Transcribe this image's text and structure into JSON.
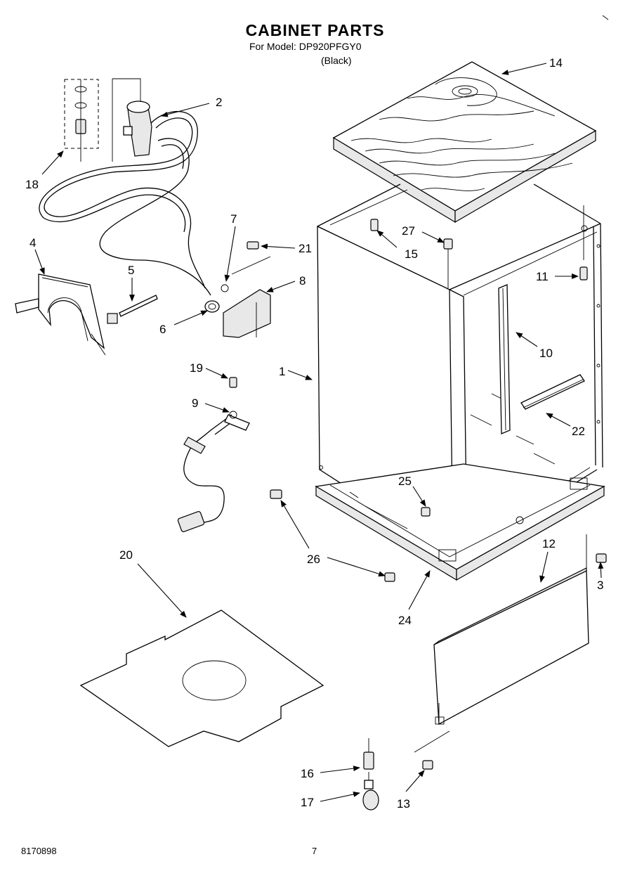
{
  "header": {
    "title": "CABINET PARTS",
    "model_line": "For Model: DP920PFGY0",
    "variant": "(Black)"
  },
  "footer": {
    "doc_code": "8170898",
    "page": "7"
  },
  "callouts": {
    "c1": "1",
    "c2": "2",
    "c3": "3",
    "c4": "4",
    "c5": "5",
    "c6": "6",
    "c7": "7",
    "c8": "8",
    "c9": "9",
    "c10": "10",
    "c11": "11",
    "c12": "12",
    "c13": "13",
    "c14": "14",
    "c15": "15",
    "c16": "16",
    "c17": "17",
    "c18": "18",
    "c19": "19",
    "c20": "20",
    "c21": "21",
    "c22": "22",
    "c24": "24",
    "c25": "25",
    "c26": "26",
    "c27": "27"
  }
}
